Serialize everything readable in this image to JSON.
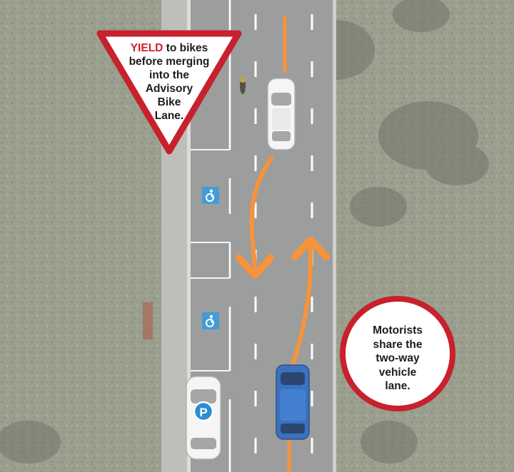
{
  "colors": {
    "grass": "#8d927f",
    "road": "#8f9090",
    "sidewalk": "#b6b6b2",
    "arrow": "#f7841f",
    "sign_red": "#c8202c",
    "sign_text": "#1c1c1c",
    "accessible_blue": "#2a8fd0",
    "blue_car": "#1f5fb8",
    "white_car": "#f4f4f4"
  },
  "yield_sign": {
    "highlight": "YIELD",
    "lines": [
      "to bikes",
      "before merging",
      "into the",
      "Advisory",
      "Bike",
      "Lane."
    ]
  },
  "motorist_sign": {
    "lines": [
      "Motorists",
      "share the",
      "two-way",
      "vehicle",
      "lane."
    ]
  },
  "parking_badge": "P",
  "icons": [
    "accessible-parking-icon",
    "accessible-parking-icon",
    "parking-icon"
  ]
}
